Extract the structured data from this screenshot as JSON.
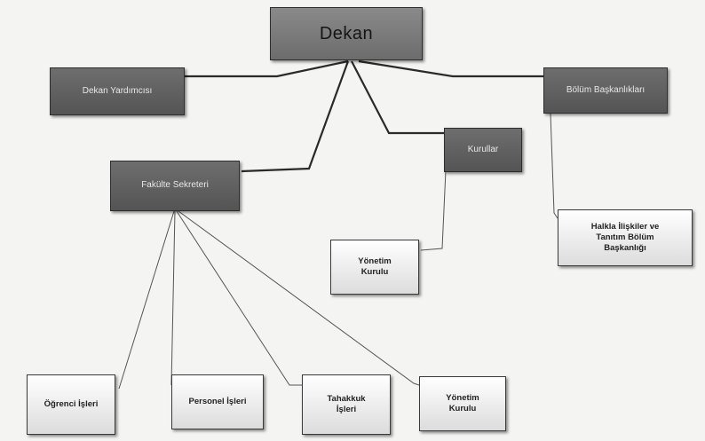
{
  "nodes": {
    "dekan": "Dekan",
    "dekan_yardimcisi": "Dekan Yardımcısı",
    "bolum_baskanliklari": "Bölüm Başkanlıkları",
    "kurullar": "Kurullar",
    "fakulte_sekreteri": "Fakülte Sekreteri",
    "halkla_iliskiler": "Halkla İlişkiler ve Tanıtım Bölüm Başkanlığı",
    "yonetim_kurulu_1": "Yönetim Kurulu",
    "ogrenci_isleri": "Öğrenci İşleri",
    "personel_isleri": "Personel İşleri",
    "tahakkuk_isleri": "Tahakkuk İşleri",
    "yonetim_kurulu_2": "Yönetim Kurulu"
  }
}
